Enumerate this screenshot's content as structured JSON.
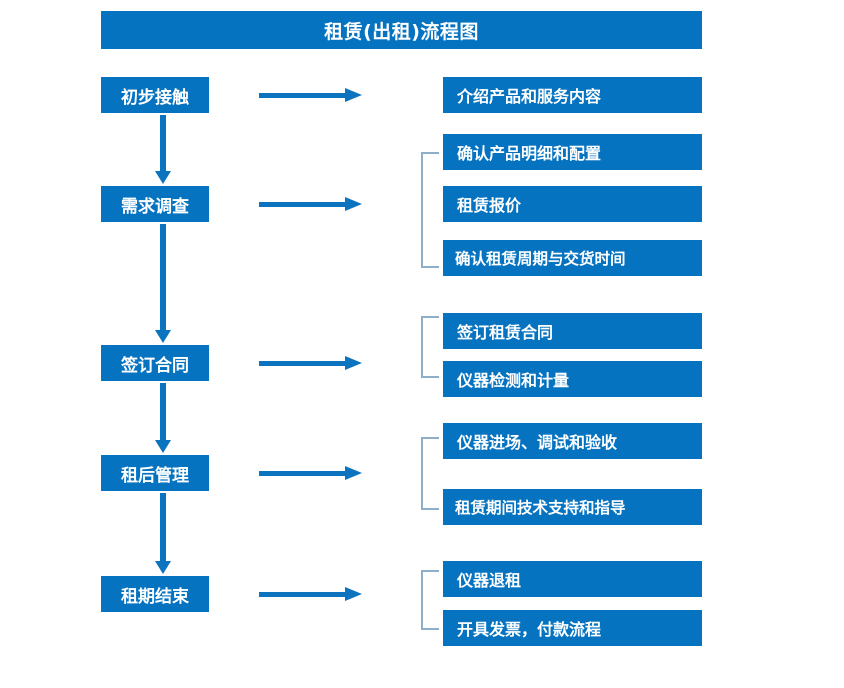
{
  "title": "租赁(出租)流程图",
  "accent_color": "#0673C1",
  "arrow_color": "#0C74BE",
  "bracket_color": "#8FAFC9",
  "stages": [
    {
      "label": "初步接触"
    },
    {
      "label": "需求调查"
    },
    {
      "label": "签订合同"
    },
    {
      "label": "租后管理"
    },
    {
      "label": "租期结束"
    }
  ],
  "details": [
    {
      "label": "介绍产品和服务内容"
    },
    {
      "label": "确认产品明细和配置"
    },
    {
      "label": "租赁报价"
    },
    {
      "label": "确认租赁周期与交货时间"
    },
    {
      "label": "签订租赁合同"
    },
    {
      "label": "仪器检测和计量"
    },
    {
      "label": "仪器进场、调试和验收"
    },
    {
      "label": "租赁期间技术支持和指导"
    },
    {
      "label": "仪器退租"
    },
    {
      "label": "开具发票，付款流程"
    }
  ]
}
